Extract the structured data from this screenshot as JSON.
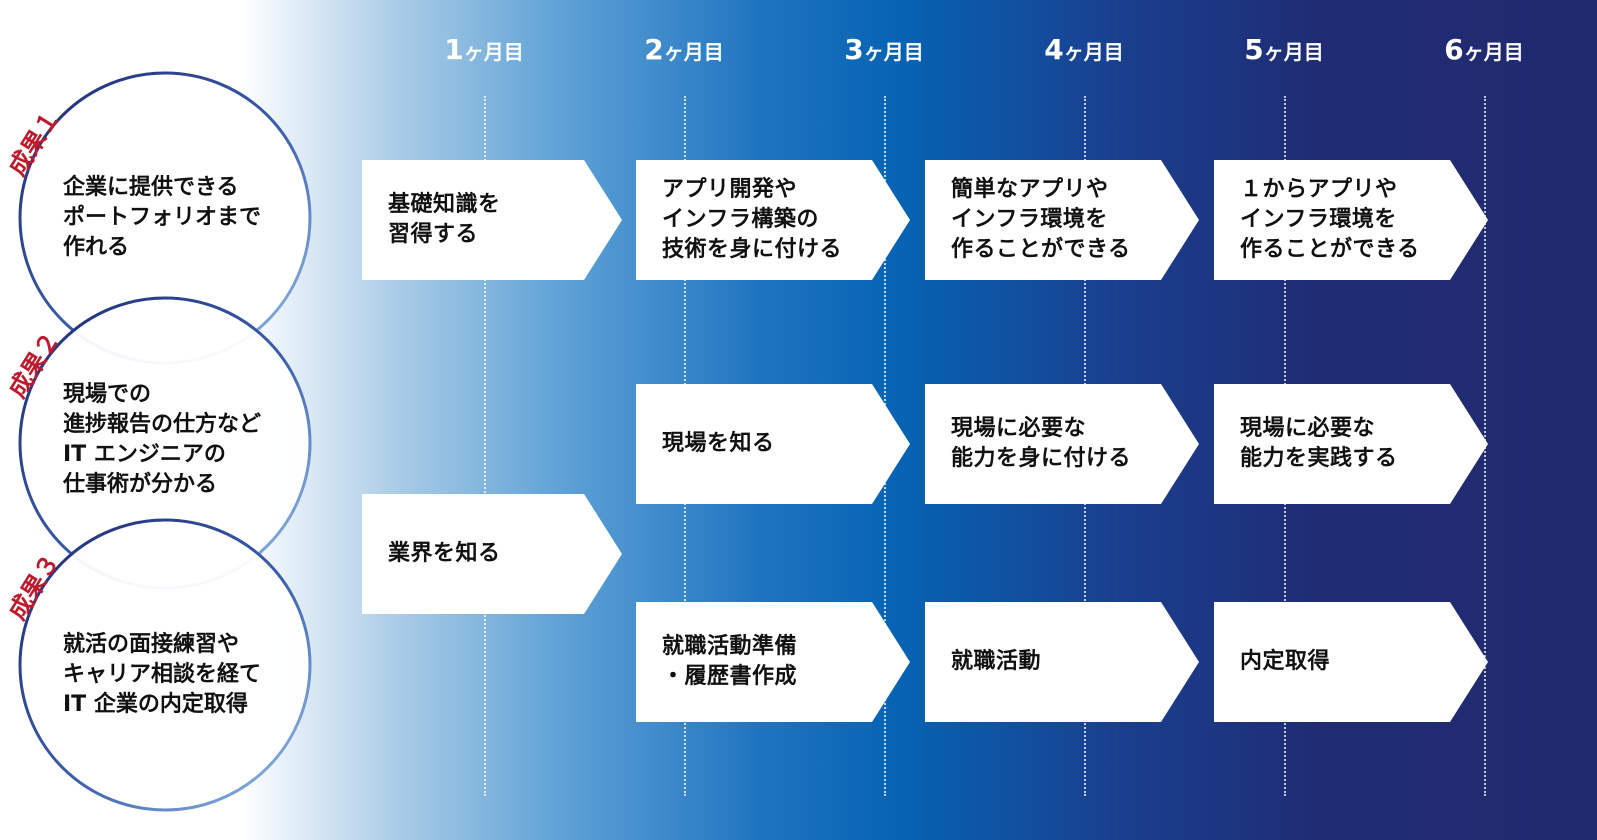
{
  "months": [
    {
      "num": "1",
      "label": "ヶ月目"
    },
    {
      "num": "2",
      "label": "ヶ月目"
    },
    {
      "num": "3",
      "label": "ヶ月目"
    },
    {
      "num": "4",
      "label": "ヶ月目"
    },
    {
      "num": "5",
      "label": "ヶ月目"
    },
    {
      "num": "6",
      "label": "ヶ月目"
    }
  ],
  "results": [
    {
      "label": "成果１",
      "text": "企業に提供できる\nポートフォリオまで\n作れる"
    },
    {
      "label": "成果２",
      "text": "現場での\n進捗報告の仕方など\nIT エンジニアの\n仕事術が分かる"
    },
    {
      "label": "成果３",
      "text": "就活の面接練習や\nキャリア相談を経て\nIT 企業の内定取得"
    }
  ],
  "rows": {
    "skills": [
      "基礎知識を\n習得する",
      "アプリ開発や\nインフラ構築の\n技術を身に付ける",
      "簡単なアプリや\nインフラ環境を\n作ることができる",
      "１からアプリや\nインフラ環境を\n作ることができる"
    ],
    "field": [
      "現場を知る",
      "現場に必要な\n能力を身に付ける",
      "現場に必要な\n能力を実践する"
    ],
    "industry": "業界を知る",
    "job": [
      "就職活動準備\n・履歴書作成",
      "就職活動",
      "内定取得"
    ]
  },
  "colors": {
    "accent_red": "#c0192c",
    "circle_stroke": "#1f2a72",
    "circle_stroke_light": "#7fb0e0",
    "gradient_dark": "#212a6e",
    "gradient_light": "#a9cbe6"
  }
}
